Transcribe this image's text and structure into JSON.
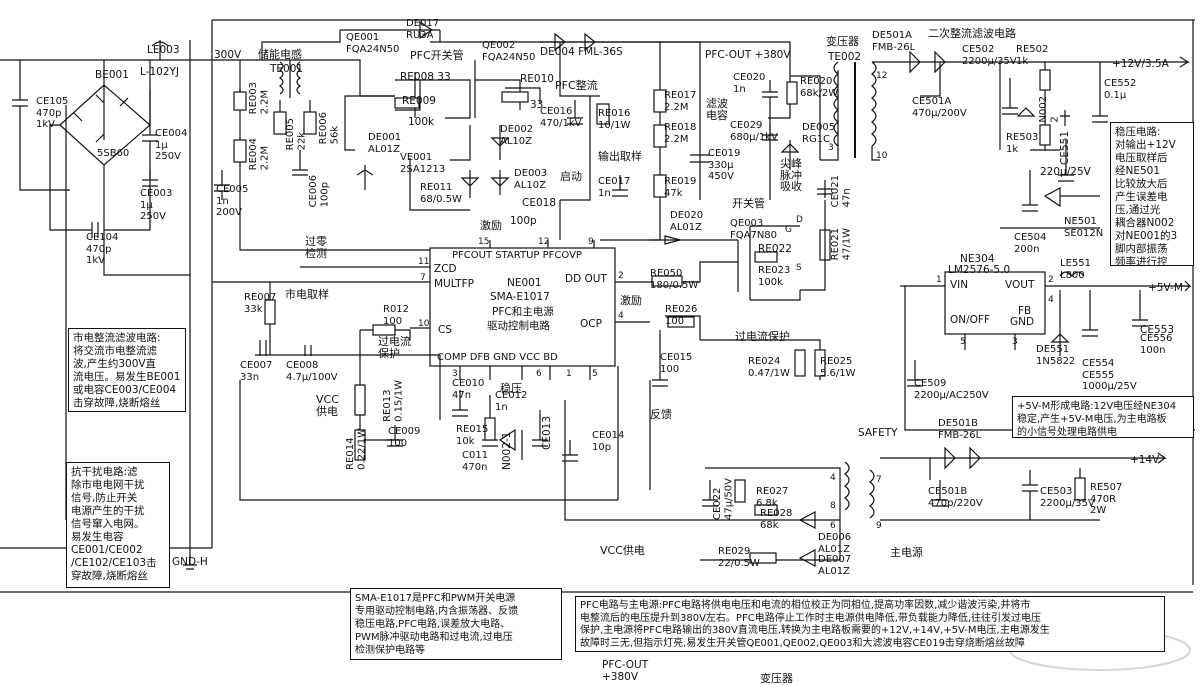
{
  "inputs": {
    "mains_filter": "L-102YJ",
    "inductor": "LE003",
    "connector": "BE001",
    "gnd": "GND-H"
  },
  "labels": {
    "v300": "300V",
    "storage_inductor": "储能电感",
    "pfc_switch": "PFC开关管",
    "pfc_rectify": "PFC整流",
    "filter_cap": "滤波\n电容",
    "pfc_out": "PFC-OUT +380V",
    "transformer": "变压器",
    "secondary_filter": "二次整流滤波电路",
    "startup": "启动",
    "output_sample": "输出取样",
    "switch_tube": "开关管",
    "spike_absorb": "尖峰\n脉冲\n吸收",
    "excite1": "激励",
    "excite2": "激励",
    "zero_detect": "过零\n检测",
    "mains_sample": "市电取样",
    "current_protect": "过电流\n保护",
    "vcc_supply": "VCC\n供电",
    "overcurrent": "过电流保护",
    "feedback": "反馈",
    "regulator": "稳压",
    "vcc_supply2": "VCC供电",
    "safety": "SAFETY",
    "main_power": "主电源",
    "bottom_pfc": "PFC-OUT\n+380V",
    "bottom_transformer": "变压器"
  },
  "ic_ne001": {
    "ref": "NE001",
    "part": "SMA-E1017",
    "desc1": "PFC和主电源",
    "desc2": "驱动控制电路",
    "pin_top": "PFCOUT  STARTUP  PFCOVP",
    "zcd": "ZCD",
    "multfp": "MULTFP",
    "cs": "CS",
    "dd_out": "DD OUT",
    "ocp": "OCP",
    "pin_bottom": "COMP   DFB   GND  VCC   BD",
    "pin15": "15",
    "pin12": "12",
    "pin9": "9",
    "pin11": "11",
    "pin7": "7",
    "pin10": "10",
    "pin2": "2",
    "pin4": "4",
    "pin1": "1",
    "pin3": "3",
    "pin6": "6",
    "pin5": "5"
  },
  "ic_ne304": {
    "ref": "NE304",
    "part": "LM2576-5.0",
    "vin": "VIN",
    "vout": "VOUT",
    "onoff": "ON/OFF",
    "fb": "FB",
    "gnd": "GND",
    "p1": "1",
    "p2": "2",
    "p3": "3",
    "p4": "4",
    "p5": "5"
  },
  "components": {
    "ce105": "CE105\n470p\n1kV",
    "bridge": "5SB60",
    "ce104": "CE104\n470p\n1kV",
    "ce004": "CE004\n1μ\n250V",
    "ce003": "CE003\n1μ\n250V",
    "re003": "RE003\n2.2M",
    "re004": "RE004\n2.2M",
    "ce005": "CE005\n1n\n200V",
    "te001": "TE001",
    "re005": "RE005\n22k",
    "re006": "RE006\n56k",
    "ce006": "CE006\n100p",
    "de017": "DE017\nRU3A",
    "qe001": "QE001\nFQA24N50",
    "re008": "RE008 33",
    "re009": "RE009",
    "r100k": "100k",
    "de001": "DE001\nAL01Z",
    "ve001": "VE001\n2SA1213",
    "re011": "RE011\n68/0.5W",
    "qe002": "QE002\nFQA24N50",
    "de004": "DE004 FML-36S",
    "re010": "RE010",
    "r33": "33",
    "de002": "DE002\nAL10Z",
    "de003": "DE003\nAL10Z",
    "ce016": "CE016\n470/1kV",
    "re016": "RE016\n10/1W",
    "ce018": "CE018",
    "c100p": "100p",
    "re017": "RE017\n2.2M",
    "re018": "RE018\n2.2M",
    "ce017": "CE017\n1n",
    "re019": "RE019\n47k",
    "ce019": "CE019\n330μ\n450V",
    "ce020": "CE020\n1n",
    "re020": "RE020\n68k/2W",
    "ce029": "CE029\n680μ/1kV",
    "de005": "DE005\nRG1C",
    "de020": "DE020\nAL01Z",
    "qe003": "QE003\nFQA7N80",
    "re022": "RE022",
    "re023": "RE023\n100k",
    "ce021": "CE021\n47n",
    "re021": "RE021\n47/1W",
    "te002": "TE002",
    "de501a": "DE501A\nFMB-26L",
    "ce502": "CE502\n2200μ/35V",
    "re502": "RE502\n1k",
    "out12v": "+12V/3.5A",
    "ce552": "CE552\n0.1μ",
    "ce501a": "CE501A\n470μ/200V",
    "n002": "N002\n2",
    "re503": "RE503\n1k",
    "ce551": "CE551",
    "cap220": "220μ/25V",
    "ce504": "CE504\n200n",
    "ne501": "NE501\nSE012N",
    "re007": "RE007\n33k",
    "ce007": "CE007\n33n",
    "ce008": "CE008\n4.7μ/100V",
    "r012": "R012\n100",
    "re013": "RE013\n0.15/1W",
    "re014": "RE014\n0.22/1W",
    "ce009": "CE009\n100",
    "ce010": "CE010\n47n",
    "re015": "RE015\n10k",
    "c011": "C011\n470n",
    "ce012": "CE012\n1n",
    "n002_1": "N002-1",
    "ce013": "CE013",
    "ce014": "CE014\n10p",
    "ce015": "CE015\n100",
    "re050": "RE050\n180/0.5W",
    "re026": "RE026\n100",
    "re024": "RE024\n0.47/1W",
    "re025": "RE025\n5.6/1W",
    "ce022": "CE022\n47μ/50V",
    "re027": "RE027\n6.8k",
    "re028": "RE028\n68k",
    "de006": "DE006\nAL01Z",
    "de007": "DE007\nAL01Z",
    "re029": "RE029\n22/0.5W",
    "ce509": "CE509\n2200μ/AC250V",
    "le551": "LE551\nL800",
    "out5v": "+5V-M",
    "de551": "DE551\n1N5822",
    "ce553": "CE553",
    "ce556": "CE556\n100n",
    "ce554": "CE554\nCE555\n1000μ/25V",
    "de501b": "DE501B\nFMB-26L",
    "out14v": "+14V",
    "ce501b": "CE501B\n470p/220V",
    "ce503": "CE503\n2200μ/35V",
    "re507": "RE507\n470R\n2W",
    "pin_12": "12",
    "pin_10": "10",
    "pin_3": "3",
    "pin_4": "4",
    "pin_6": "6",
    "pin_7": "7",
    "pin_9": "9",
    "pin_8": "8",
    "pin_d": "D",
    "pin_g": "G",
    "pin_s": "S"
  },
  "notes": {
    "mains_rectify": "市电整流滤波电路:\n将交流市电整流滤\n波,产生约300V直\n流电压。易发生BE001\n或电容CE003/CE004\n击穿故障,烧断熔丝",
    "anti_interference": "抗干扰电路:滤\n除市电电网干扰\n信号,防止开关\n电源产生的干扰\n信号窜入电网。\n易发生电容\nCE001/CE002\n/CE102/CE103击\n穿故障,烧断熔丝",
    "regulation": "稳压电路:\n对输出+12V\n电压取样后\n经NE501\n比较放大后\n产生误差电\n压,通过光\n耦合器N002\n对NE001的3\n脚内部振荡\n频率进行控\n制,稳定输出\n电压",
    "plus5v": "+5V-M形成电路:12V电压经NE304\n稳定,产生+5V-M电压,为主电路板\n的小信号处理电路供电",
    "ic_desc": "SMA-E1017是PFC和PWM开关电源\n专用驱动控制电路,内含振荡器、反馈\n稳压电路,PFC电路,误差放大电路、\nPWM脉冲驱动电路和过电流,过电压\n检测保护电路等",
    "pfc_desc": "PFC电路与主电源:PFC电路将供电电压和电流的相位校正为同相位,提高功率因数,减少谐波污染,并将市\n电整流后的电压提升到380V左右。PFC电路停止工作时主电源供电降低,带负载能力降低,往往引发过电压\n保护,主电源将PFC电路输出的380V直流电压,转换为主电路板需要的+12V,+14V,+5V-M电压,主电源发生\n故障时三无,但指示灯亮,易发生开关管QE001,QE002,QE003和大滤波电容CE019击穿烧断熔丝故障"
  }
}
